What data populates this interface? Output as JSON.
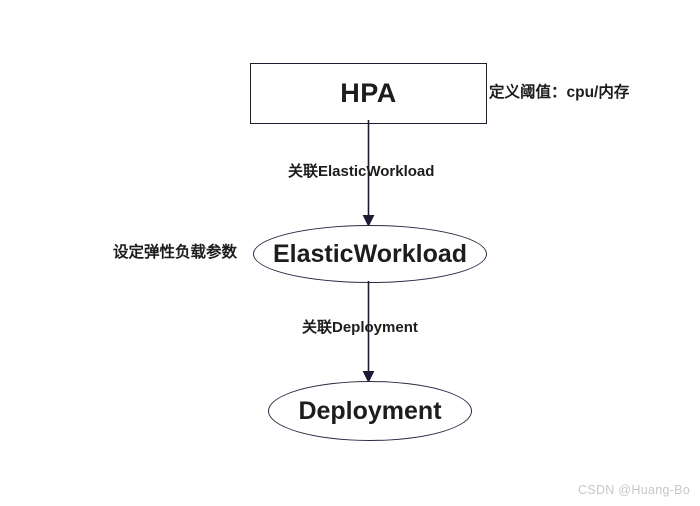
{
  "diagram": {
    "background_color": "#ffffff",
    "node_border_color": "#1b1b33",
    "text_color": "#1d1d1d",
    "nodes": [
      {
        "id": "hpa",
        "shape": "rectangle",
        "label": "HPA"
      },
      {
        "id": "elasticworkload",
        "shape": "ellipse",
        "label": "ElasticWorkload"
      },
      {
        "id": "deployment",
        "shape": "ellipse",
        "label": "Deployment"
      }
    ],
    "edges": [
      {
        "id": "hpa-to-elasticworkload",
        "from": "hpa",
        "to": "elasticworkload",
        "label": "关联ElasticWorkload"
      },
      {
        "id": "elasticworkload-to-deployment",
        "from": "elasticworkload",
        "to": "deployment",
        "label": "关联Deployment"
      }
    ],
    "annotations": [
      {
        "id": "hpa-threshold-note",
        "attached_to": "hpa",
        "position": "right",
        "text": "定义阈值：cpu/内存"
      },
      {
        "id": "elasticworkload-params-note",
        "attached_to": "elasticworkload",
        "position": "left",
        "text": "设定弹性负载参数"
      }
    ]
  },
  "watermark": {
    "text": "CSDN @Huang-Bo",
    "color": "#c8c8c8"
  }
}
